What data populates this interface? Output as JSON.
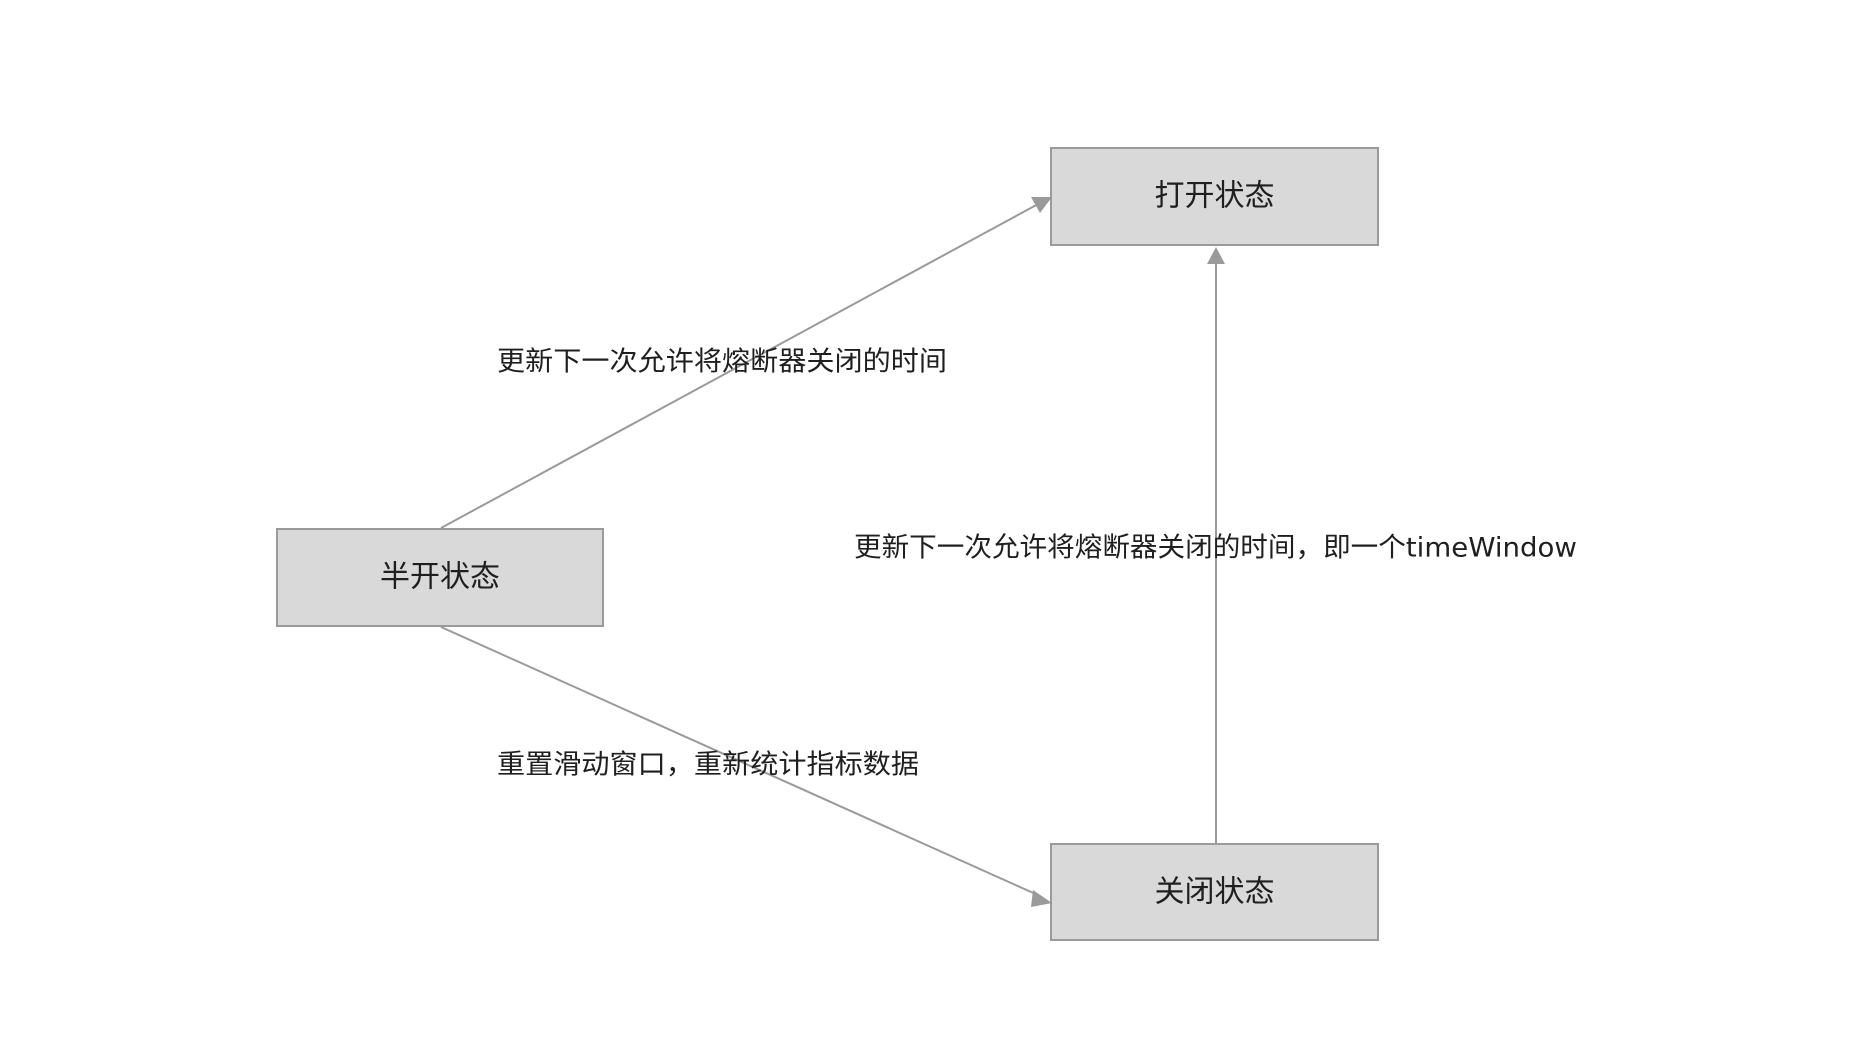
{
  "nodes": {
    "open": {
      "label": "打开状态"
    },
    "half_open": {
      "label": "半开状态"
    },
    "closed": {
      "label": "关闭状态"
    }
  },
  "edges": {
    "half_to_open": {
      "from": "half_open",
      "to": "open",
      "label": "更新下一次允许将熔断器关闭的时间"
    },
    "closed_to_open": {
      "from": "closed",
      "to": "open",
      "label": "更新下一次允许将熔断器关闭的时间，即一个timeWindow"
    },
    "half_to_closed": {
      "from": "half_open",
      "to": "closed",
      "label": "重置滑动窗口，重新统计指标数据"
    }
  },
  "colors": {
    "node_fill": "#d9d9d9",
    "node_border": "#9a9a9a",
    "edge_line": "#9a9a9a",
    "text": "#1f1f1f"
  }
}
